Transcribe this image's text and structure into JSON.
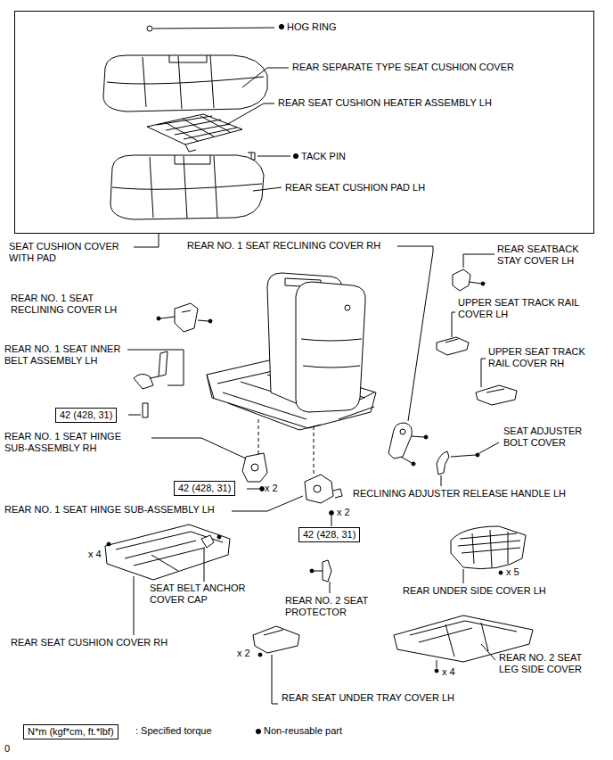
{
  "diagram": {
    "nodes": [
      {
        "text": [
          "HOG RING",
          "REAR SEPARATE TYPE SEAT CUSHION COVER",
          "REAR SEAT CUSHION HEATER ASSEMBLY LH",
          "TACK PIN",
          "REAR SEAT CUSHION PAD LH"
        ]
      },
      {
        "text": [
          "42 (428, 31)"
        ]
      },
      {
        "text": [
          "42 (428, 31)"
        ]
      },
      {
        "text": [
          "42 (428, 31)"
        ]
      },
      {
        "text": [
          "N*m (kgf*cm, ft.*lbf)"
        ]
      }
    ],
    "labels": [
      "SEAT CUSHION COVER WITH PAD",
      "REAR NO. 1 SEAT RECLINING COVER RH",
      "REAR SEATBACK STAY COVER LH",
      "REAR NO. 1 SEAT RECLINING COVER LH",
      "UPPER SEAT TRACK RAIL COVER LH",
      "REAR NO. 1 SEAT INNER BELT ASSEMBLY LH",
      "UPPER SEAT TRACK RAIL COVER RH",
      "SEAT ADJUSTER BOLT COVER",
      "REAR NO. 1 SEAT HINGE SUB-ASSEMBLY RH",
      "x 2",
      "RECLINING ADJUSTER RELEASE HANDLE LH",
      "REAR NO. 1 SEAT HINGE SUB-ASSEMBLY LH",
      "x 2",
      "x 4",
      "x 5",
      "SEAT BELT ANCHOR COVER CAP",
      "REAR UNDER SIDE COVER LH",
      "REAR NO. 2 SEAT PROTECTOR",
      "REAR SEAT CUSHION COVER RH",
      "x 2",
      "REAR NO. 2 SEAT LEG SIDE COVER",
      "x 4",
      "REAR SEAT UNDER TRAY COVER LH",
      "0"
    ],
    "legend": [
      {
        "text": ": Specified torque"
      },
      {
        "text": "Non-reusable part"
      }
    ]
  }
}
